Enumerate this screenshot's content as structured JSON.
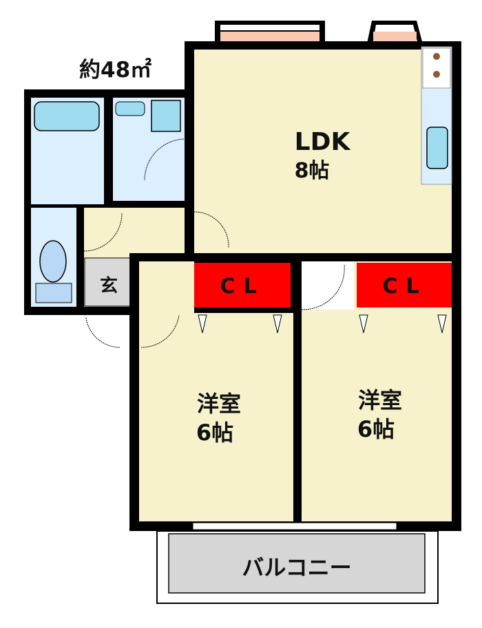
{
  "area_label": "約48㎡",
  "rooms": {
    "ldk": {
      "name": "LDK",
      "size": "8帖"
    },
    "bedroom_left": {
      "name": "洋室",
      "size": "6帖"
    },
    "bedroom_right": {
      "name": "洋室",
      "size": "6帖"
    },
    "closet_left": {
      "name": "CL"
    },
    "closet_right": {
      "name": "CL"
    },
    "entrance": {
      "name": "玄"
    },
    "balcony": {
      "name": "バルコニー"
    }
  },
  "colors": {
    "wall": "#000000",
    "room_floor": "#f7f2cc",
    "wet_area": "#dcefff",
    "fixture": "#9fdcf0",
    "closet": "#ff0000",
    "entrance_floor": "#d9d9d9",
    "balcony": "#d6d6d6",
    "window": "#f7c9b0"
  }
}
